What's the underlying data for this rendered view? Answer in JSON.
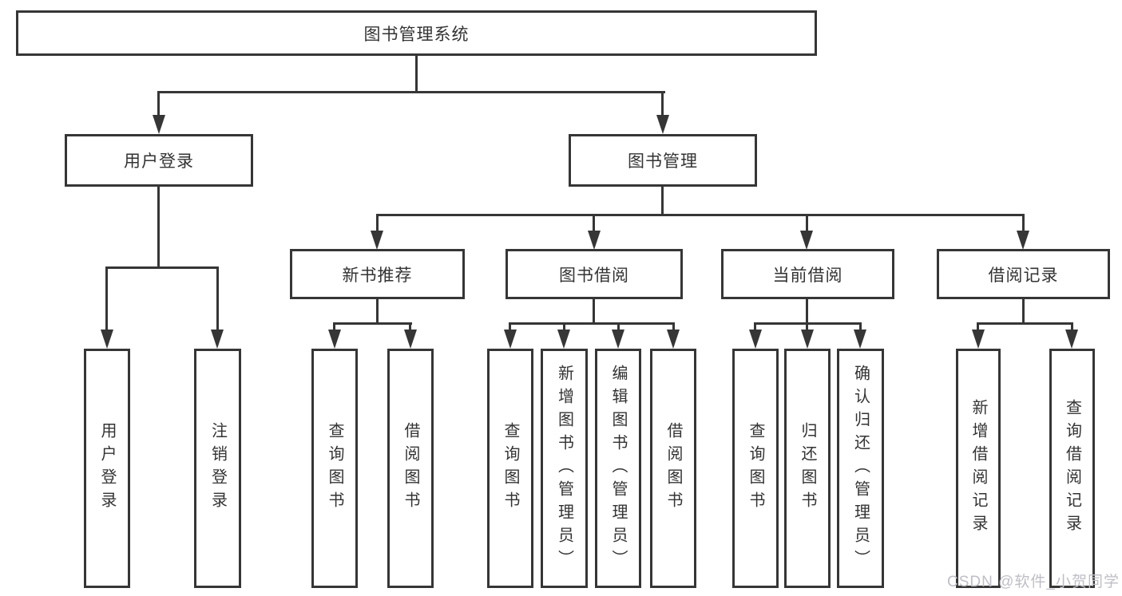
{
  "title": "图书管理系统",
  "tree": {
    "label": "图书管理系统",
    "children": [
      {
        "label": "用户登录",
        "children": [
          {
            "label": "用户登录"
          },
          {
            "label": "注销登录"
          }
        ]
      },
      {
        "label": "图书管理",
        "children": [
          {
            "label": "新书推荐",
            "children": [
              {
                "label": "查询图书"
              },
              {
                "label": "借阅图书"
              }
            ]
          },
          {
            "label": "图书借阅",
            "children": [
              {
                "label": "查询图书"
              },
              {
                "label": "新增图书（管理员）"
              },
              {
                "label": "编辑图书（管理员）"
              },
              {
                "label": "借阅图书"
              }
            ]
          },
          {
            "label": "当前借阅",
            "children": [
              {
                "label": "查询图书"
              },
              {
                "label": "归还图书"
              },
              {
                "label": "确认归还（管理员）"
              }
            ]
          },
          {
            "label": "借阅记录",
            "children": [
              {
                "label": "新增借阅记录"
              },
              {
                "label": "查询借阅记录"
              }
            ]
          }
        ]
      }
    ]
  },
  "watermark": {
    "text": "CSDN @软件_小贺同学"
  },
  "colors": {
    "line": "#363636",
    "box_border": "#363636",
    "text": "#333333",
    "background": "#ffffff",
    "watermark": "#bfbec6"
  }
}
